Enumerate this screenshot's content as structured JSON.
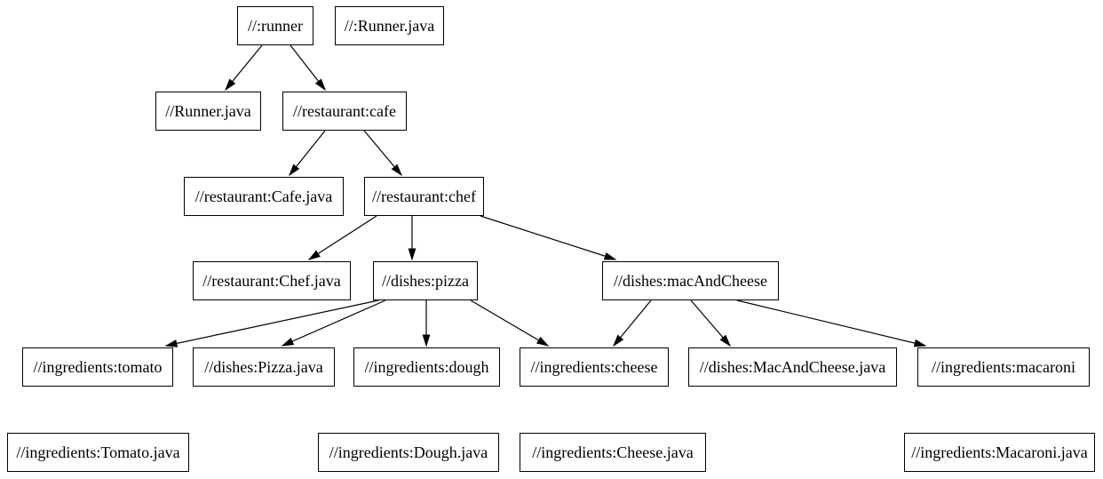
{
  "diagram": {
    "type": "dependency-graph",
    "background_color": "#ffffff",
    "node_fill_color": "#ffffff",
    "node_border_color": "#000000",
    "edge_color": "#000000",
    "text_color": "#000000",
    "nodes": [
      {
        "id": "root-runner",
        "label": "//:runner"
      },
      {
        "id": "root-runner-java",
        "label": "//:Runner.java"
      },
      {
        "id": "runner-java",
        "label": "//Runner.java"
      },
      {
        "id": "cafe",
        "label": "//restaurant:cafe"
      },
      {
        "id": "cafe-java",
        "label": "//restaurant:Cafe.java"
      },
      {
        "id": "chef",
        "label": "//restaurant:chef"
      },
      {
        "id": "chef-java",
        "label": "//restaurant:Chef.java"
      },
      {
        "id": "pizza",
        "label": "//dishes:pizza"
      },
      {
        "id": "mac-and-cheese",
        "label": "//dishes:macAndCheese"
      },
      {
        "id": "tomato",
        "label": "//ingredients:tomato"
      },
      {
        "id": "pizza-java",
        "label": "//dishes:Pizza.java"
      },
      {
        "id": "dough",
        "label": "//ingredients:dough"
      },
      {
        "id": "cheese",
        "label": "//ingredients:cheese"
      },
      {
        "id": "mac-and-cheese-java",
        "label": "//dishes:MacAndCheese.java"
      },
      {
        "id": "macaroni",
        "label": "//ingredients:macaroni"
      },
      {
        "id": "tomato-java",
        "label": "//ingredients:Tomato.java"
      },
      {
        "id": "dough-java",
        "label": "//ingredients:Dough.java"
      },
      {
        "id": "cheese-java",
        "label": "//ingredients:Cheese.java"
      },
      {
        "id": "macaroni-java",
        "label": "//ingredients:Macaroni.java"
      }
    ],
    "edges": [
      {
        "from": "root-runner",
        "to": "runner-java"
      },
      {
        "from": "root-runner",
        "to": "cafe"
      },
      {
        "from": "cafe",
        "to": "cafe-java"
      },
      {
        "from": "cafe",
        "to": "chef"
      },
      {
        "from": "chef",
        "to": "chef-java"
      },
      {
        "from": "chef",
        "to": "pizza"
      },
      {
        "from": "chef",
        "to": "mac-and-cheese"
      },
      {
        "from": "pizza",
        "to": "tomato"
      },
      {
        "from": "pizza",
        "to": "pizza-java"
      },
      {
        "from": "pizza",
        "to": "dough"
      },
      {
        "from": "pizza",
        "to": "cheese"
      },
      {
        "from": "mac-and-cheese",
        "to": "cheese"
      },
      {
        "from": "mac-and-cheese",
        "to": "mac-and-cheese-java"
      },
      {
        "from": "mac-and-cheese",
        "to": "macaroni"
      }
    ]
  }
}
